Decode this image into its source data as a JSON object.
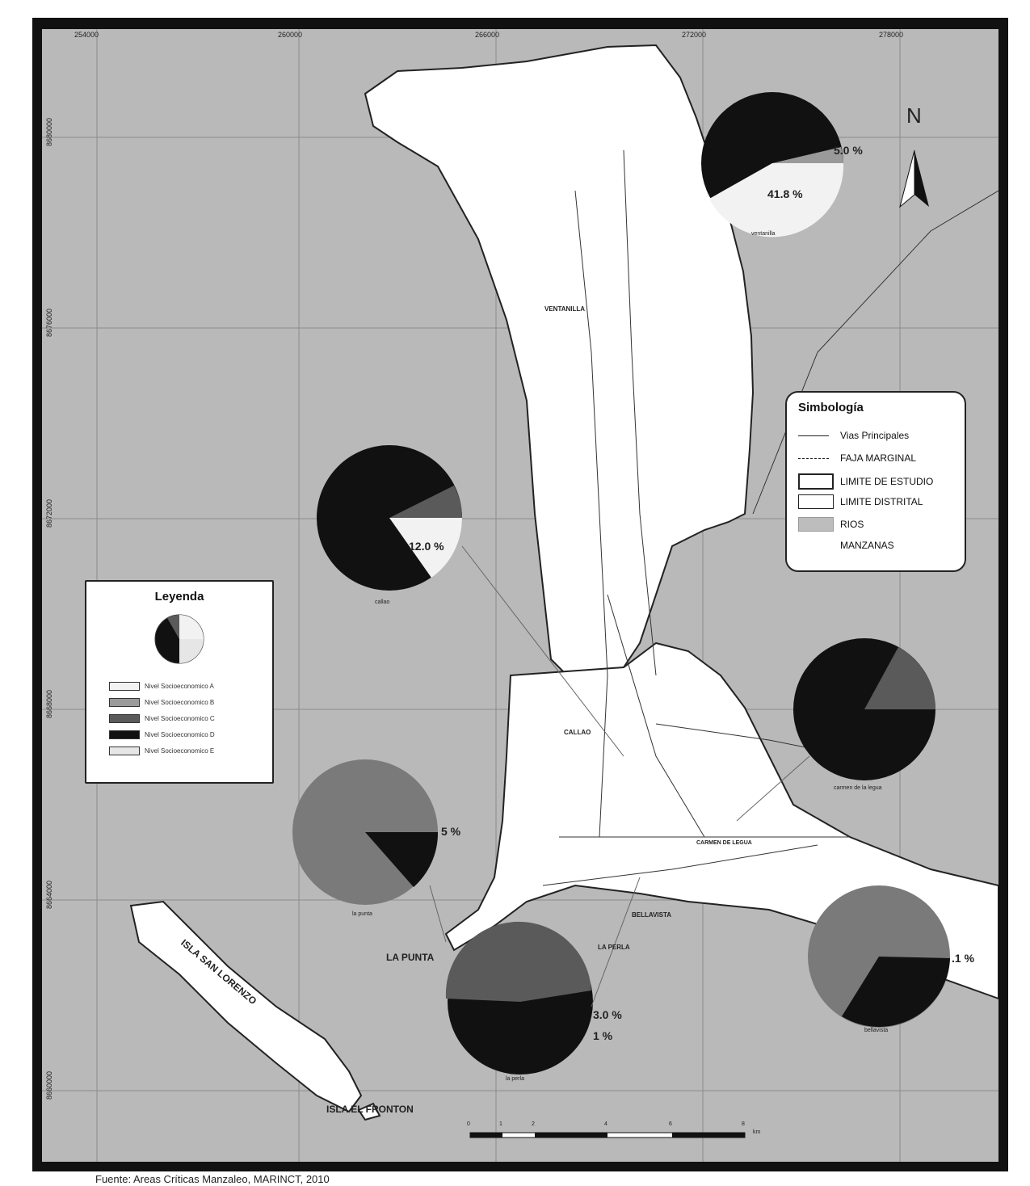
{
  "coords": {
    "top": [
      "254000",
      "260000",
      "266000",
      "272000",
      "278000"
    ],
    "side": [
      "8680000",
      "8676000",
      "8672000",
      "8668000",
      "8664000",
      "8660000"
    ]
  },
  "places": {
    "ventanilla": "VENTANILLA",
    "callao": "CALLAO",
    "carmen": "CARMEN DE LEGUA",
    "bellavista": "BELLAVISTA",
    "la_perla": "LA PERLA",
    "la_punta": "LA PUNTA",
    "isla_san_lorenzo": "ISLA SAN LORENZO",
    "isla_fronton": "ISLA EL FRONTON"
  },
  "pies": [
    {
      "caption": "ventanilla",
      "labels": [
        "41.8 %",
        "5.0 %"
      ]
    },
    {
      "caption": "callao",
      "labels": [
        "12.0 %"
      ]
    },
    {
      "caption": "carmen de la legua",
      "labels": []
    },
    {
      "caption": "la punta",
      "labels": [
        "5 %"
      ]
    },
    {
      "caption": "la perla",
      "labels": [
        "3.0 %",
        "1 %"
      ]
    },
    {
      "caption": "bellavista",
      "labels": [
        ".1 %"
      ]
    }
  ],
  "legend": {
    "title": "Leyenda",
    "items": [
      {
        "label": "Nivel Socioeconomico A",
        "color": "#f2f2f2"
      },
      {
        "label": "Nivel Socioeconomico B",
        "color": "#9a9a9a"
      },
      {
        "label": "Nivel Socioeconomico C",
        "color": "#5a5a5a"
      },
      {
        "label": "Nivel Socioeconomico D",
        "color": "#111111"
      },
      {
        "label": "Nivel Socioeconomico E",
        "color": "#e6e6e6"
      }
    ]
  },
  "symbology": {
    "title": "Simbología",
    "items": [
      "Vias Principales",
      "FAJA MARGINAL",
      "LIMITE DE ESTUDIO",
      "LIMITE DISTRITAL",
      "RIOS",
      "MANZANAS"
    ]
  },
  "north": "N",
  "scale": {
    "ticks": [
      "0",
      "1",
      "2",
      "4",
      "6",
      "8"
    ],
    "unit": "km"
  },
  "source": "Fuente: Areas Críticas Manzaleo, MARINCT, 2010"
}
